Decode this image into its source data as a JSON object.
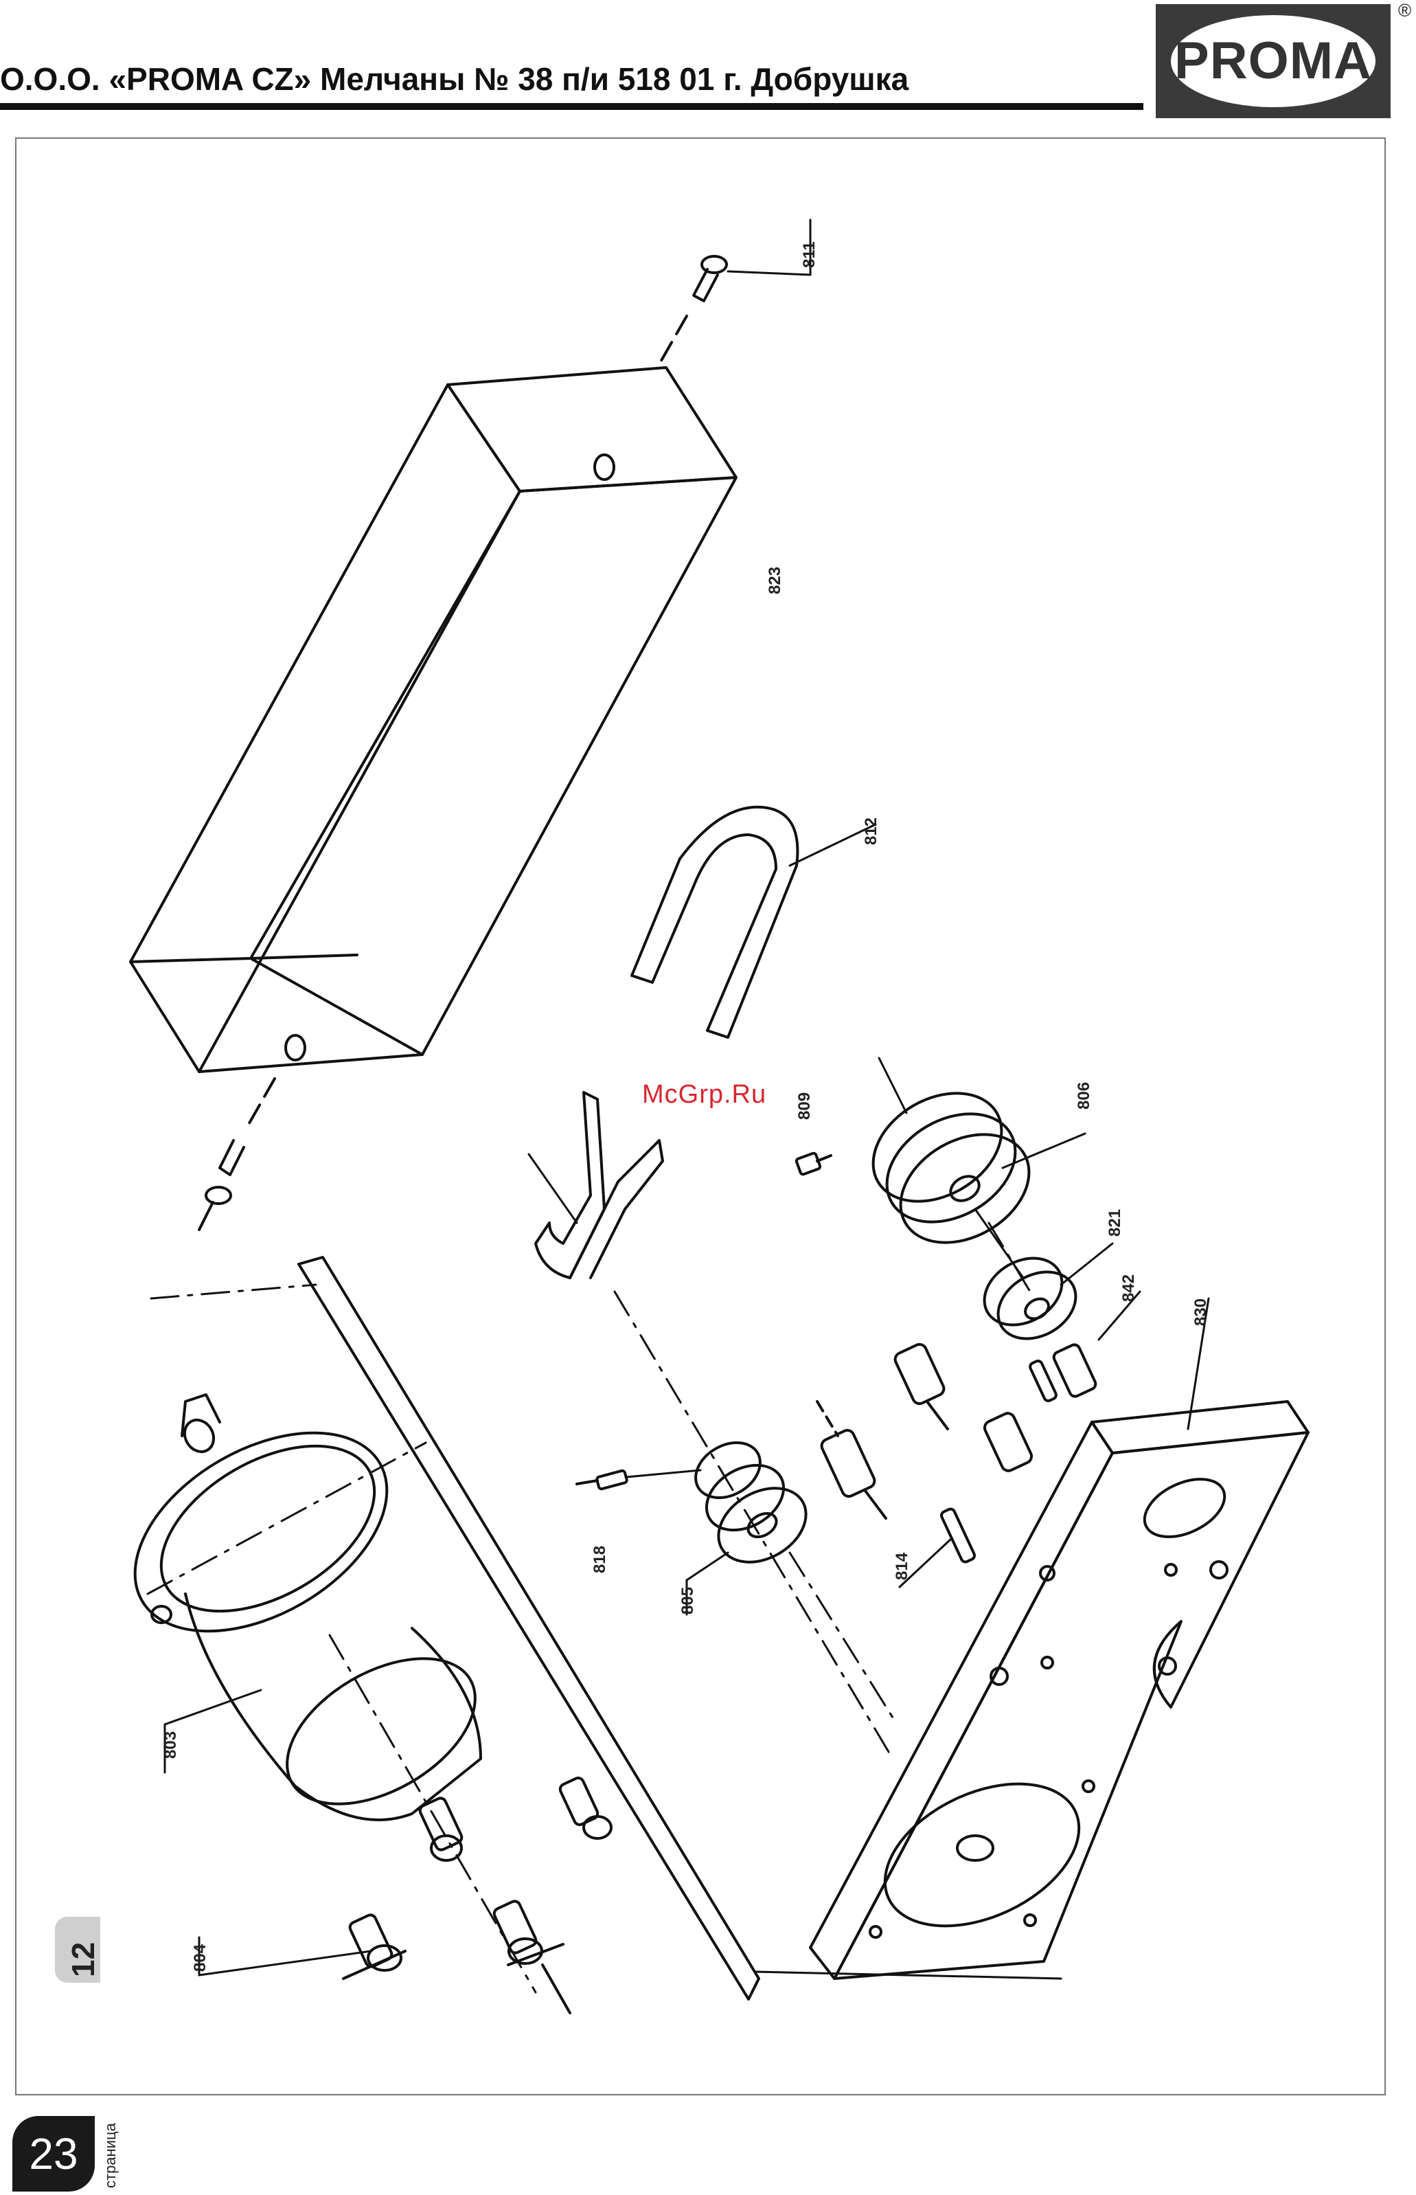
{
  "header": {
    "title": "О.О.О. «PROMA CZ» Мелчаны № 38 п/и 518 01 г. Добрушка",
    "logo_text": "PROMA",
    "registered_mark": "®"
  },
  "drawing": {
    "watermark": "McGrp.Ru",
    "part_labels": {
      "p811": "811",
      "p823": "823",
      "p812": "812",
      "p809": "809",
      "p806": "806",
      "p821": "821",
      "p842": "842",
      "p830": "830",
      "p818": "818",
      "p805": "805",
      "p814": "814",
      "p803": "803",
      "p804": "804"
    }
  },
  "side_badge": "12",
  "footer": {
    "page_number": "23",
    "page_word": "страница"
  },
  "colors": {
    "ink": "#111111",
    "logo_bg": "#3a3a3a",
    "watermark": "#d7262f",
    "page_badge": "#1a1a1a"
  }
}
